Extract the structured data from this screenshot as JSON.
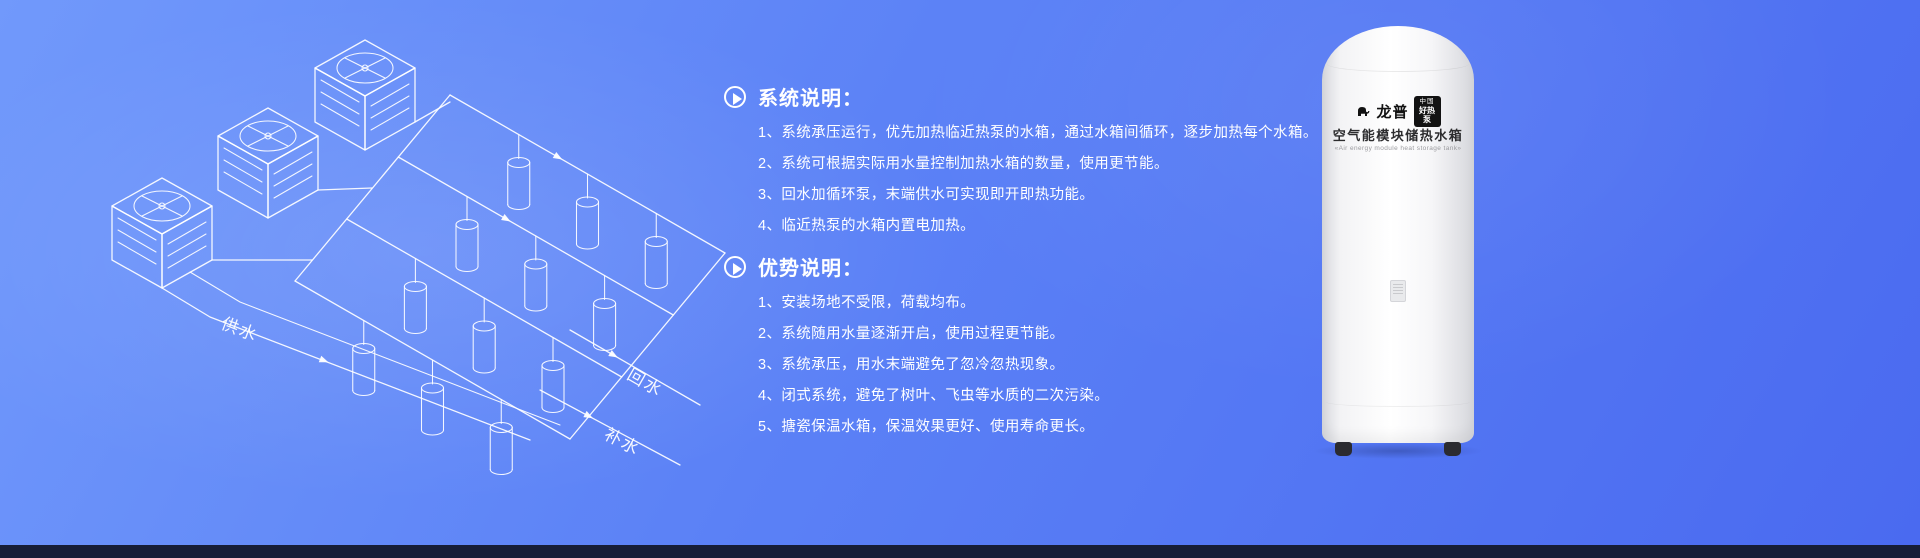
{
  "banner": {
    "background_top": "#7199fb",
    "background_bottom": "#4a6af0",
    "bottom_bar_color": "#171e37",
    "text_color": "#ffffff"
  },
  "diagram": {
    "label_supply": "供水",
    "label_return": "回水",
    "label_makeup": "补水"
  },
  "sections": [
    {
      "title": "系统说明：",
      "items": [
        "1、系统承压运行，优先加热临近热泵的水箱，通过水箱间循环，逐步加热每个水箱。",
        "2、系统可根据实际用水量控制加热水箱的数量，使用更节能。",
        "3、回水加循环泵，末端供水可实现即开即热功能。",
        "4、临近热泵的水箱内置电加热。"
      ]
    },
    {
      "title": "优势说明：",
      "items": [
        "1、安装场地不受限，荷载均布。",
        "2、系统随用水量逐渐开启，使用过程更节能。",
        "3、系统承压，用水末端避免了忽冷忽热现象。",
        "4、闭式系统，避免了树叶、飞虫等水质的二次污染。",
        "5、搪瓷保温水箱，保温效果更好、使用寿命更长。"
      ]
    }
  ],
  "product": {
    "brand": "龙普",
    "badge_top": "中国",
    "badge_bottom": "好热泵",
    "name": "空气能模块储热水箱",
    "subtitle": "«Air energy module heat storage tank»"
  }
}
